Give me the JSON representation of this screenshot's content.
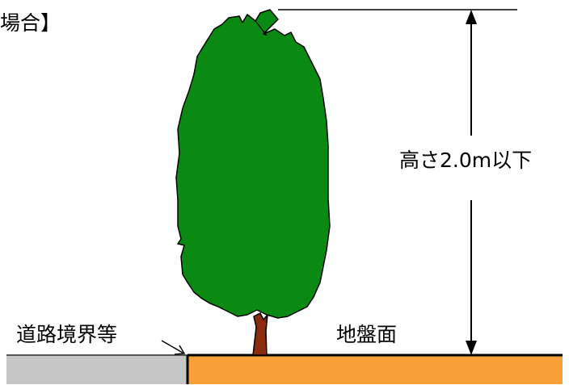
{
  "header_fragment": "場合】",
  "labels": {
    "height_limit": "高さ2.0m以下",
    "road_boundary": "道路境界等",
    "ground_surface": "地盤面"
  },
  "colors": {
    "tree_canopy": "#0a8a12",
    "tree_trunk": "#8b2a0c",
    "ground": "#f7a03a",
    "road": "#c6c6c6",
    "line": "#000000"
  }
}
